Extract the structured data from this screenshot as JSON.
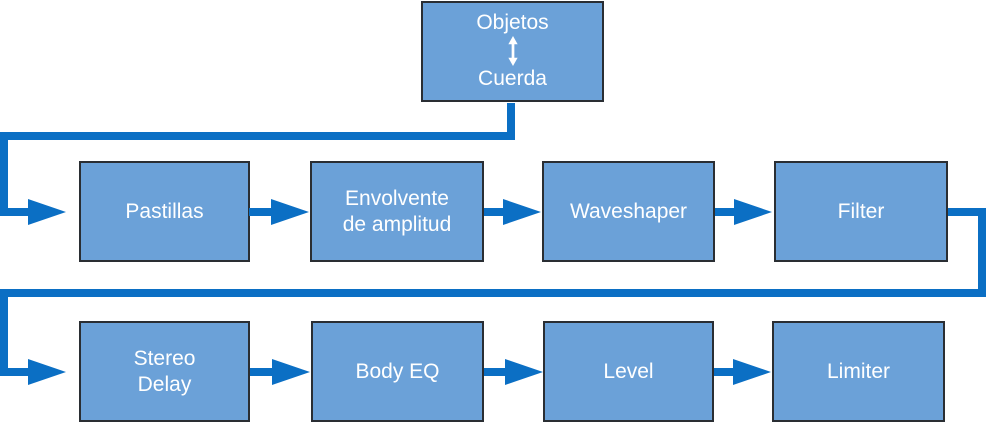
{
  "nodes": {
    "top": {
      "label_top": "Objetos",
      "label_bottom": "Cuerda",
      "icon": "vertical-double-arrow"
    },
    "row1": [
      {
        "id": "pastillas",
        "lines": [
          "Pastillas"
        ]
      },
      {
        "id": "envolvente",
        "lines": [
          "Envolvente",
          "de amplitud"
        ]
      },
      {
        "id": "waveshaper",
        "lines": [
          "Waveshaper"
        ]
      },
      {
        "id": "filter",
        "lines": [
          "Filter"
        ]
      }
    ],
    "row2": [
      {
        "id": "stereo-delay",
        "lines": [
          "Stereo",
          "Delay"
        ]
      },
      {
        "id": "body-eq",
        "lines": [
          "Body EQ"
        ]
      },
      {
        "id": "level",
        "lines": [
          "Level"
        ]
      },
      {
        "id": "limiter",
        "lines": [
          "Limiter"
        ]
      }
    ]
  },
  "colors": {
    "node_fill": "#6ba1d8",
    "node_border": "#2a2e33",
    "connector": "#0b6fc4",
    "label_text": "#ffffff",
    "background": "#ffffff"
  }
}
